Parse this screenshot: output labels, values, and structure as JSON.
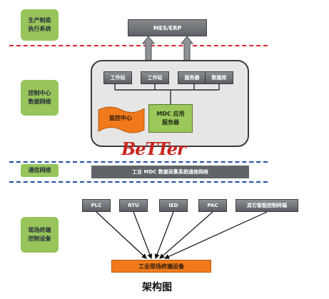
{
  "layers": {
    "execution": "生产制造\n执行系统",
    "control": "控制中心\n数据网络",
    "comm": "通信网络",
    "field": "现场终端\n控制设备"
  },
  "mes_erp": "MES/ERP",
  "control_center": {
    "nodes": [
      "工作站",
      "工作站",
      "服务器",
      "数据库"
    ],
    "monitor": "监控中心",
    "mdc_server": "MDC 应用\n服务器"
  },
  "watermark": "BeTTer",
  "comm_bus": "工业 MDC 数据采集系统通信网络",
  "terminals": [
    "PLC",
    "RTU",
    "IED",
    "PAC",
    "其它智能控制终端"
  ],
  "field_device": "工业现场终端设备",
  "caption": "架构图",
  "colors": {
    "layer_green": "#97c45b",
    "node_grey": "#6f7377",
    "divider_red": "#d9262a",
    "divider_blue": "#1f4fa8",
    "field_orange": "#f07a1c",
    "monitor_orange": "#f07a1c"
  }
}
